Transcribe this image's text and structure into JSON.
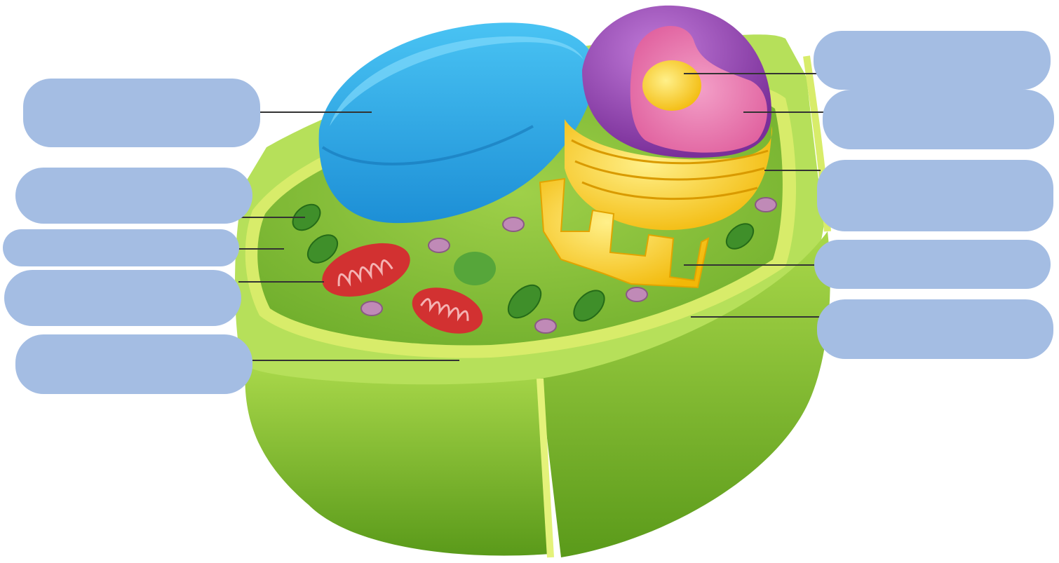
{
  "diagram": {
    "colors": {
      "background": "#ffffff",
      "label_box": "#a4bde3",
      "leader_line": "#333333",
      "cell_wall": "#9ccf3a",
      "cell_wall_dark": "#5e9f1c",
      "cytoplasm": "#8ac33c",
      "membrane": "#d8ec6a",
      "vacuole": "#2aa7ea",
      "nucleus_envelope": "#9a49b8",
      "nucleoplasm": "#ea7ab0",
      "nucleolus": "#f7d11c",
      "er_golgi": "#f6c91a",
      "mitochondrion": "#cf2e2e",
      "chloroplast": "#3f8f2a",
      "ribosome": "#c08ab7"
    },
    "labels": [
      {
        "id": "left-1",
        "text": ""
      },
      {
        "id": "left-2",
        "text": ""
      },
      {
        "id": "left-3",
        "text": ""
      },
      {
        "id": "left-4",
        "text": ""
      },
      {
        "id": "left-5",
        "text": ""
      },
      {
        "id": "right-1",
        "text": ""
      },
      {
        "id": "right-2",
        "text": ""
      },
      {
        "id": "right-3",
        "text": ""
      },
      {
        "id": "right-4",
        "text": ""
      },
      {
        "id": "right-5",
        "text": ""
      }
    ]
  }
}
